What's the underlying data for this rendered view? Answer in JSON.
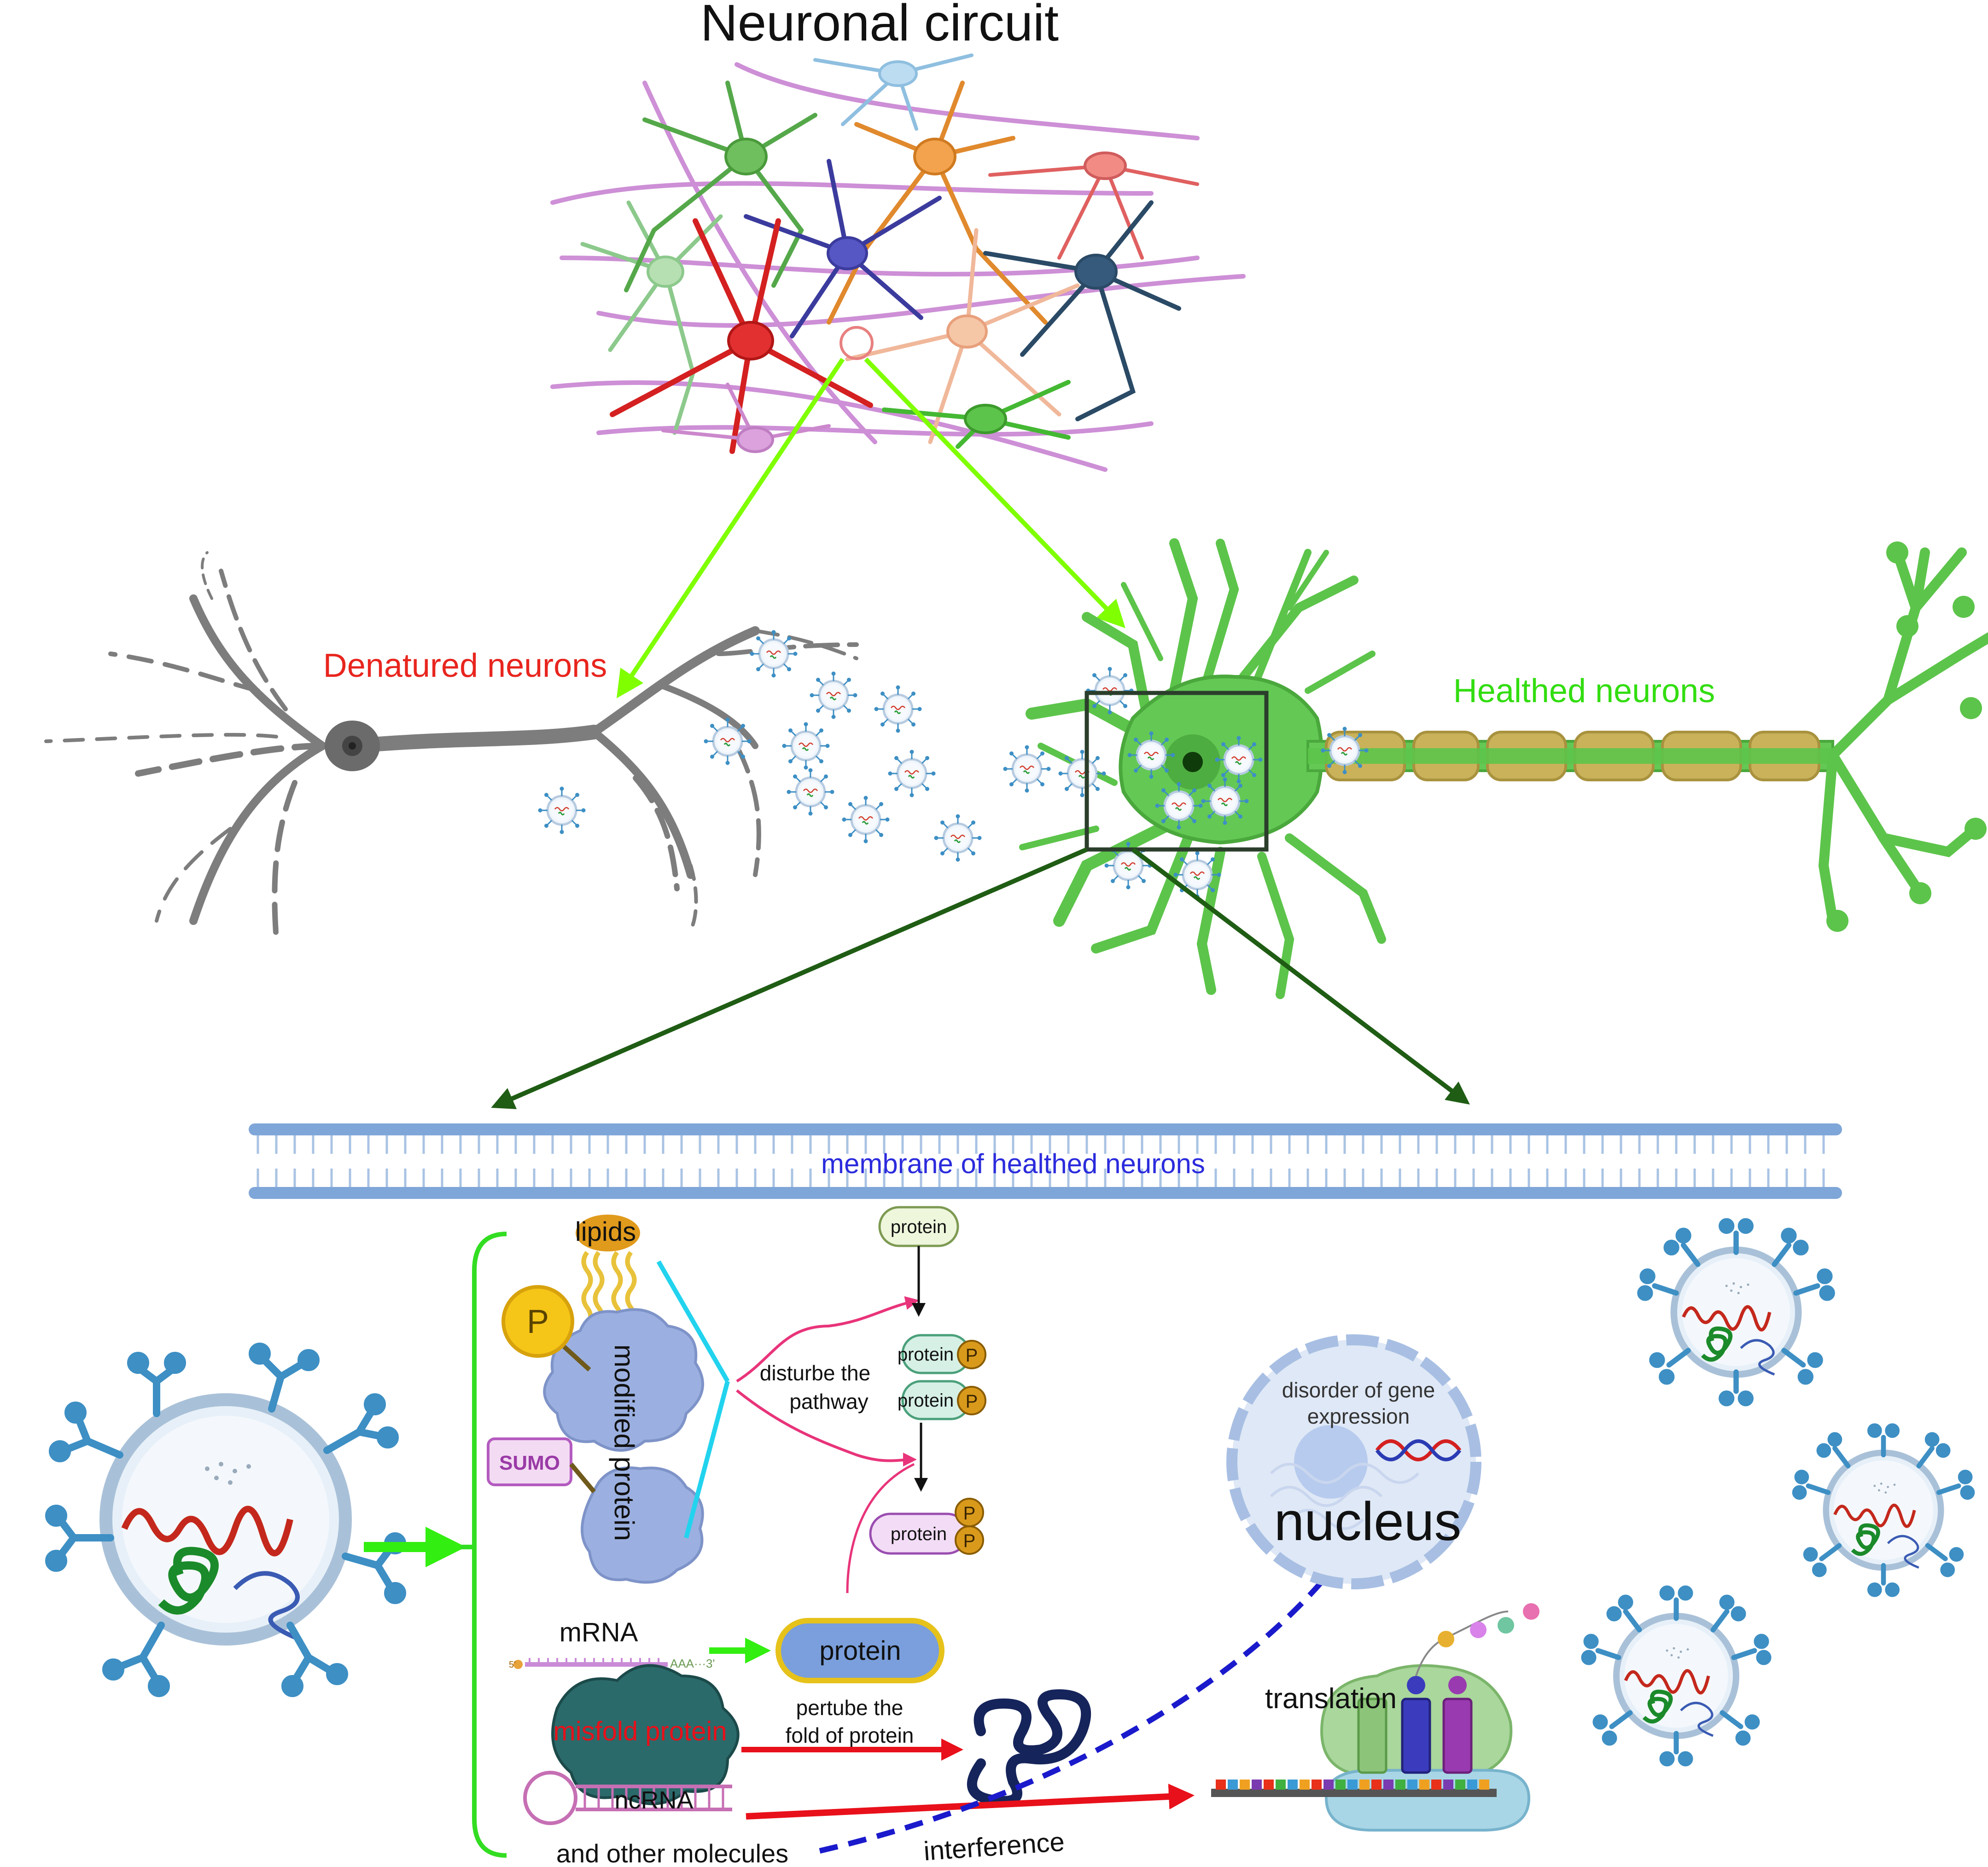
{
  "title": "Neuronal circuit",
  "labels": {
    "denatured": "Denatured neurons",
    "healthed": "Healthed neurons",
    "membrane": "membrane of healthed neurons",
    "lipids": "lipids",
    "modified_protein": "modified protein",
    "p": "P",
    "sumo": "SUMO",
    "disturbe": "disturbe the",
    "pathway": "pathway",
    "protein": "protein",
    "mrna": "mRNA",
    "mrna_seq": "AAA···3'",
    "mrna_five": "5'",
    "pertube_1": "pertube the",
    "pertube_2": "fold of protein",
    "misfold": "misfold protein",
    "ncrna": "ncRNA",
    "other": "and other molecules",
    "interference": "interference",
    "translation": "translation",
    "disorder_1": "disorder of gene",
    "disorder_2": "expression",
    "nucleus": "nucleus"
  },
  "colors": {
    "green_arrow": "#7fff00",
    "dark_green_arrow": "#1f5c14",
    "healthy_neuron": "#5cc44a",
    "denatured_neuron": "#7d7d7d",
    "denatured_text": "#e8251e",
    "healthy_text": "#33dd11",
    "membrane_text": "#2b2bdd",
    "membrane": "#7fa6d8",
    "exosome": "#3d8fc4",
    "red_arrow": "#e8101a",
    "blue_dashed": "#1a1acc",
    "pink_arrow": "#e8347a",
    "cyan": "#22d3ee",
    "bracket": "#33dd22"
  },
  "icons": [
    "neuron-circuit-icon",
    "denatured-neuron-icon",
    "healthy-neuron-icon",
    "exosome-icon",
    "phosphate-icon",
    "sumo-icon",
    "dna-helix-icon",
    "ribosome-icon",
    "nucleus-icon"
  ]
}
